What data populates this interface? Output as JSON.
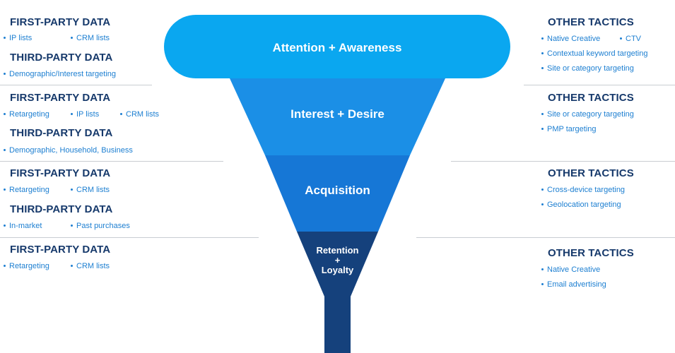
{
  "funnel": {
    "stage1": "Attention + Awareness",
    "stage2": "Interest + Desire",
    "stage3": "Acquisition",
    "stage4_line1": "Retention",
    "stage4_line2": "+",
    "stage4_line3": "Loyalty",
    "colors": {
      "stage1": "#0aa7f0",
      "stage2": "#1b8fe6",
      "stage3": "#1677d6",
      "stage4": "#15417c"
    }
  },
  "left": [
    {
      "first_title": "FIRST-PARTY DATA",
      "first_items": [
        "IP lists",
        "CRM lists"
      ],
      "third_title": "THIRD-PARTY DATA",
      "third_items": [
        "Demographic/Interest targeting"
      ]
    },
    {
      "first_title": "FIRST-PARTY DATA",
      "first_items": [
        "Retargeting",
        "IP lists",
        "CRM lists"
      ],
      "third_title": "THIRD-PARTY DATA",
      "third_items": [
        "Demographic, Household, Business"
      ]
    },
    {
      "first_title": "FIRST-PARTY DATA",
      "first_items": [
        "Retargeting",
        "CRM lists"
      ],
      "third_title": "THIRD-PARTY DATA",
      "third_items": [
        "In-market",
        "Past purchases"
      ]
    },
    {
      "first_title": "FIRST-PARTY DATA",
      "first_items": [
        "Retargeting",
        "CRM lists"
      ]
    }
  ],
  "right": [
    {
      "title": "OTHER TACTICS",
      "items": [
        "Native Creative",
        "CTV",
        "Contextual keyword targeting",
        "Site or category targeting"
      ]
    },
    {
      "title": "OTHER TACTICS",
      "items": [
        "Site or category targeting",
        "PMP targeting"
      ]
    },
    {
      "title": "OTHER TACTICS",
      "items": [
        "Cross-device targeting",
        "Geolocation targeting"
      ]
    },
    {
      "title": "OTHER TACTICS",
      "items": [
        "Native Creative",
        "Email advertising"
      ]
    }
  ]
}
